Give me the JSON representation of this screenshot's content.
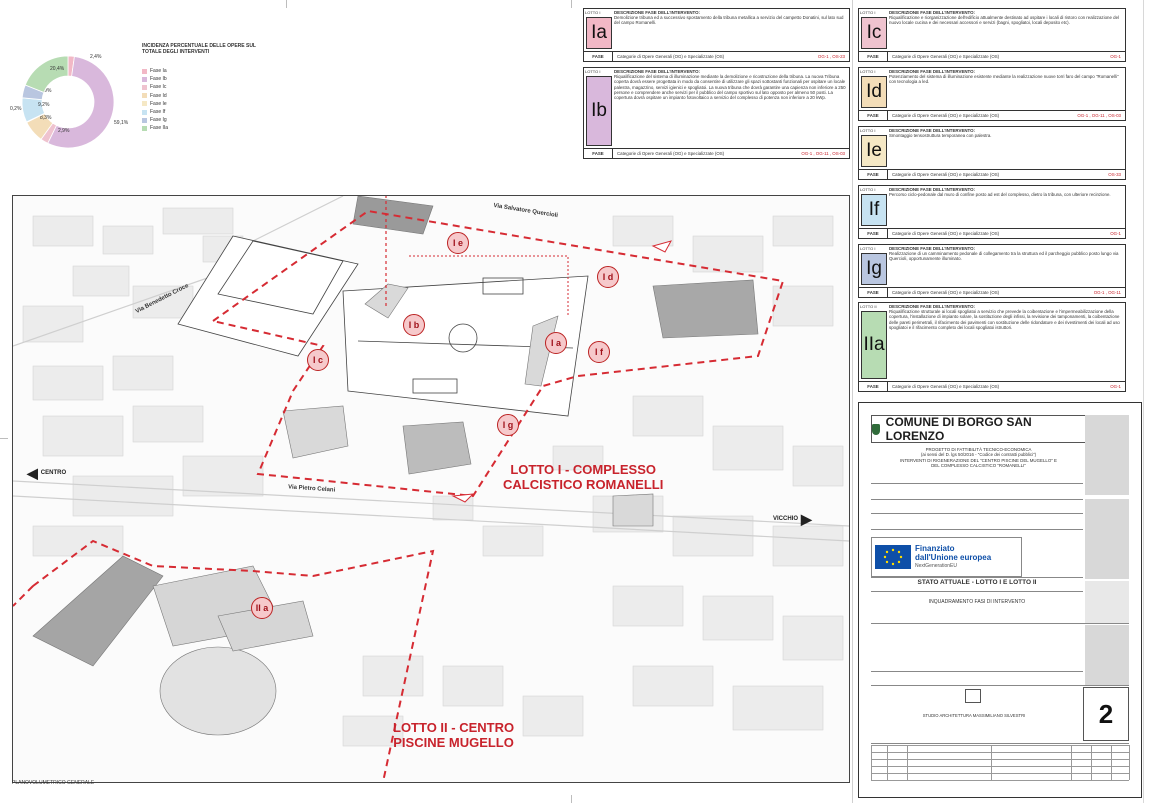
{
  "legend": {
    "title": "INCIDENZA PERCENTUALE DELLE OPERE SUL TOTALE DEGLI INTERVENTI",
    "items": [
      {
        "label": "Fase Ia",
        "color": "#f2b8c6"
      },
      {
        "label": "Fase Ib",
        "color": "#d9b8dc"
      },
      {
        "label": "Fase Ic",
        "color": "#efc3cf"
      },
      {
        "label": "Fase Id",
        "color": "#f3ddb8"
      },
      {
        "label": "Fase Ie",
        "color": "#f5e8c5"
      },
      {
        "label": "Fase If",
        "color": "#c7e3f2"
      },
      {
        "label": "Fase Ig",
        "color": "#b9c6e0"
      },
      {
        "label": "Fase IIa",
        "color": "#b7dcb3"
      }
    ]
  },
  "chart_data": {
    "type": "pie",
    "title": "INCIDENZA PERCENTUALE DELLE OPERE SUL TOTALE DEGLI INTERVENTI",
    "categories": [
      "Fase Ia",
      "Fase Ib",
      "Fase Ic",
      "Fase Id",
      "Fase Ie",
      "Fase If",
      "Fase Ig",
      "Fase IIa"
    ],
    "values": [
      2.4,
      59.1,
      2.9,
      8.3,
      0.2,
      9.2,
      4.9,
      20.4
    ],
    "value_labels": [
      "2,4%",
      "59,1%",
      "2,9%",
      "8,3%",
      "0,2%",
      "9,2%",
      "4,9%",
      "20,4%"
    ],
    "colors": [
      "#f2b8c6",
      "#d9b8dc",
      "#efc3cf",
      "#f3ddb8",
      "#f5e8c5",
      "#c7e3f2",
      "#b9c6e0",
      "#b7dcb3"
    ]
  },
  "map": {
    "lotto1": "LOTTO I - COMPLESSO CALCISTICO ROMANELLI",
    "lotto1_line1": "LOTTO I - COMPLESSO",
    "lotto1_line2": "CALCISTICO ROMANELLI",
    "lotto2_line1": "LOTTO II - CENTRO",
    "lotto2_line2": "PISCINE MUGELLO",
    "roads": {
      "quercioli": "Via Salvatore Quercioli",
      "croce": "Via Benedetto Croce",
      "celani": "Via Pietro Celani"
    },
    "dir_left": "CENTRO",
    "dir_right": "VICCHIO",
    "caption": "PLANOVOLUMETRICO GENERALE",
    "markers": [
      "I e",
      "I d",
      "I b",
      "I a",
      "I f",
      "I c",
      "I g",
      "II a"
    ]
  },
  "phases": [
    {
      "lotto": "LOTTO I",
      "code": "Ia",
      "color": "#f2b8c6",
      "title": "DESCRIZIONE FASE DELL'INTERVENTO:",
      "text": "Demolizione tribuna ed a successivo spostamento della tribuna metallica a servizio del campetto Donatini, sul lato sud del campo Romanelli.",
      "fase": "FASE",
      "category": "Categorie di Opere Generali (OG) e Specializzate (OS)",
      "codes": "OG-1 , OS-23"
    },
    {
      "lotto": "LOTTO I",
      "code": "Ib",
      "color": "#d9b8dc",
      "title": "DESCRIZIONE FASE DELL'INTERVENTO:",
      "text": "Riqualificazione del sistema di illuminazione mediante la demolizione e ricostruzione della tribuna. La nuova Tribuna coperta dovrà essere progettata in modo da consentire di utilizzare gli spazi sottostanti funzionali per ospitare un locale palestra, magazzino, servizi igienici e spogliatoi. La nuova tribuna che dovrà garantire una capienza non inferiore a 250 persone e comprendere anche servizi per il pubblico del campo sportivo sul lato opposto per almeno 50 posti. La copertura dovrà ospitare un impianto fotovoltaico a servizio del complesso di potenza non inferiore a 20 kWp.",
      "fase": "FASE",
      "category": "Categorie di Opere Generali (OG) e Specializzate (OS)",
      "codes": "OG-1 , OG-11 , OS-03"
    },
    {
      "lotto": "LOTTO I",
      "code": "Ic",
      "color": "#efc3cf",
      "title": "DESCRIZIONE FASE DELL'INTERVENTO:",
      "text": "Riqualificazione e riorganizzazione dell'edificio attualmente destinato ad ospitare i locali di ristoro con realizzazione del nuovo locale cucina e dei necessari accessori e servizi (bagni, spogliatoi, locali deposito etc).",
      "fase": "FASE",
      "category": "Categorie di Opere Generali (OG) e Specializzate (OS)",
      "codes": "OG-1"
    },
    {
      "lotto": "LOTTO I",
      "code": "Id",
      "color": "#f3ddb8",
      "title": "DESCRIZIONE FASE DELL'INTERVENTO:",
      "text": "Potenziamento del sistema di illuminazione esistente mediante la realizzazione nuove torri faro del campo \"Romanelli\" con tecnologia a led.",
      "fase": "FASE",
      "category": "Categorie di Opere Generali (OG) e Specializzate (OS)",
      "codes": "OG-1 , OG-11 , OS-03"
    },
    {
      "lotto": "LOTTO I",
      "code": "Ie",
      "color": "#f5e8c5",
      "title": "DESCRIZIONE FASE DELL'INTERVENTO:",
      "text": "Smontaggio tensostruttura temporanea con palestra.",
      "fase": "FASE",
      "category": "Categorie di Opere Generali (OG) e Specializzate (OS)",
      "codes": "OS-33"
    },
    {
      "lotto": "LOTTO I",
      "code": "If",
      "color": "#c7e3f2",
      "title": "DESCRIZIONE FASE DELL'INTERVENTO:",
      "text": "Percorso ciclo-pedonale dal muro di confine posto ad est del complesso, dietro la tribuna, con ulteriore recinzione.",
      "fase": "FASE",
      "category": "Categorie di Opere Generali (OG) e Specializzate (OS)",
      "codes": "OG-1"
    },
    {
      "lotto": "LOTTO I",
      "code": "Ig",
      "color": "#b9c6e0",
      "title": "DESCRIZIONE FASE DELL'INTERVENTO:",
      "text": "Realizzazione di un camminamento pedonale di collegamento tra la struttura ed il parcheggio pubblico posto lungo via Quercioli, opportunamente illuminato.",
      "fase": "FASE",
      "category": "Categorie di Opere Generali (OG) e Specializzate (OS)",
      "codes": "OG-1 , OG-11"
    },
    {
      "lotto": "LOTTO II",
      "code": "IIa",
      "color": "#b7dcb3",
      "title": "DESCRIZIONE FASE DELL'INTERVENTO:",
      "text": "Riqualificazione strutturale ai locali spogliatoi a servizio che prevede la coibentazione e l'impermeabilizzazione della copertura, l'installazione di impianto solare, la sostituzione degli infissi, la revisione dei tamponamenti, la coibentazione delle pareti perimetrali, il rifacimento dei pavimenti con sostituzione delle ridondature e dei rivestimenti dei locali ad uso spogliatoi e il rifacimento completo dei locali spogliatoi istruttori.",
      "fase": "FASE",
      "category": "Categorie di Opere Generali (OG) e Specializzate (OS)",
      "codes": "OG-1"
    }
  ],
  "titleblock": {
    "city": "COMUNE DI BORGO SAN LORENZO",
    "project_lines": [
      "PROGETTO DI FATTIBILITÀ TECNICO-ECONOMICA",
      "(ai sensi del D. lgs 50/2016 - \"Codice dei contratti pubblici\")",
      "INTERVENTI DI RIGENERAZIONE DEL \"CENTRO PISCINE DEL MUGELLO\" E",
      "DEL COMPLESSO CALCISTICO \"ROMANELLI\""
    ],
    "eu_line1": "Finanziato",
    "eu_line2": "dall'Unione europea",
    "eu_line3": "NextGenerationEU",
    "stato": "STATO ATTUALE - LOTTO I E LOTTO II",
    "inquadramento": "INQUADRAMENTO FASI DI INTERVENTO",
    "number": "2",
    "studio": "STUDIO ARCHITETTURA MASSIMILIANO SILVESTRI"
  }
}
